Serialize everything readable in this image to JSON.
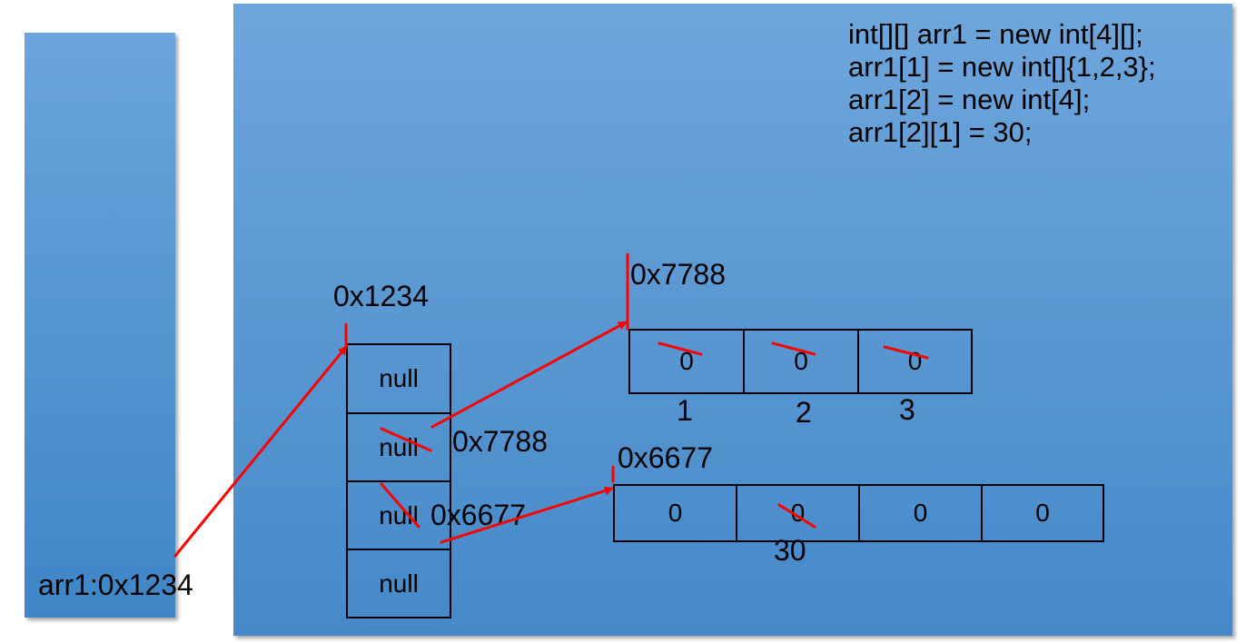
{
  "stack_var": "arr1:0x1234",
  "code": [
    "int[][] arr1 = new int[4][];",
    "arr1[1] = new int[]{1,2,3};",
    "arr1[2] = new int[4];",
    "arr1[2][1] = 30;"
  ],
  "outer": {
    "address": "0x1234",
    "cells": [
      "null",
      "null",
      "null",
      "null"
    ],
    "refs": {
      "row1": "0x7788",
      "row2": "0x6677"
    }
  },
  "inner1": {
    "address": "0x7788",
    "cells": [
      "0",
      "0",
      "0"
    ],
    "new_values": [
      "1",
      "2",
      "3"
    ]
  },
  "inner2": {
    "address": "0x6677",
    "cells": [
      "0",
      "0",
      "0",
      "0"
    ],
    "new_value_cell2": "30"
  },
  "colors": {
    "arrow": "#ff0000",
    "heap": "#5b9bd5"
  }
}
